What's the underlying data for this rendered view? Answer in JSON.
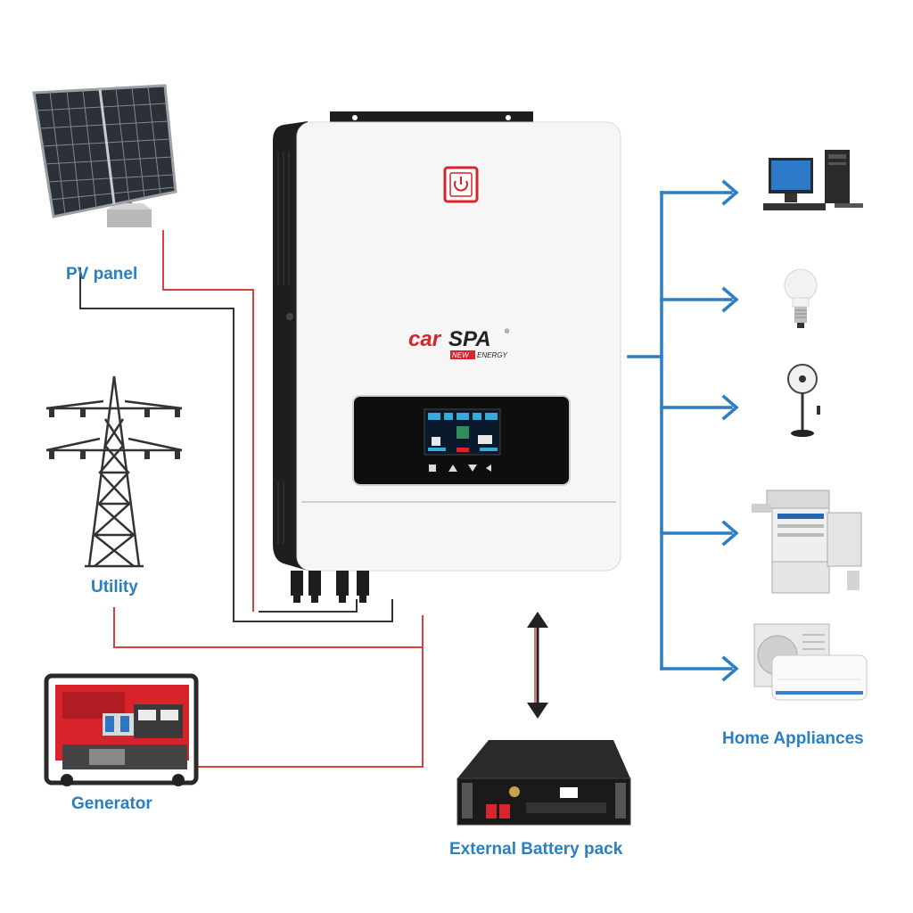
{
  "labels": {
    "pv_panel": "PV panel",
    "utility": "Utility",
    "generator": "Generator",
    "battery": "External Battery pack",
    "home_appliances": "Home Appliances"
  },
  "brand": {
    "name_car": "car",
    "name_spa": "SPA",
    "registered": "®",
    "sub_new": "NEW",
    "sub_energy": "ENERGY"
  },
  "colors": {
    "label_blue": "#2a7fc0",
    "ac_line_blue": "#2b7ec4",
    "wire_red": "#d94040",
    "wire_black": "#333333",
    "brand_red": "#d8242b",
    "inverter_body": "#f6f6f6",
    "inverter_side": "#1e1e1e"
  },
  "icons": [
    "solar-panel-icon",
    "transmission-tower-icon",
    "generator-icon",
    "battery-pack-icon",
    "computer-icon",
    "light-bulb-icon",
    "fan-icon",
    "copier-icon",
    "air-conditioner-icon",
    "power-button-icon"
  ]
}
